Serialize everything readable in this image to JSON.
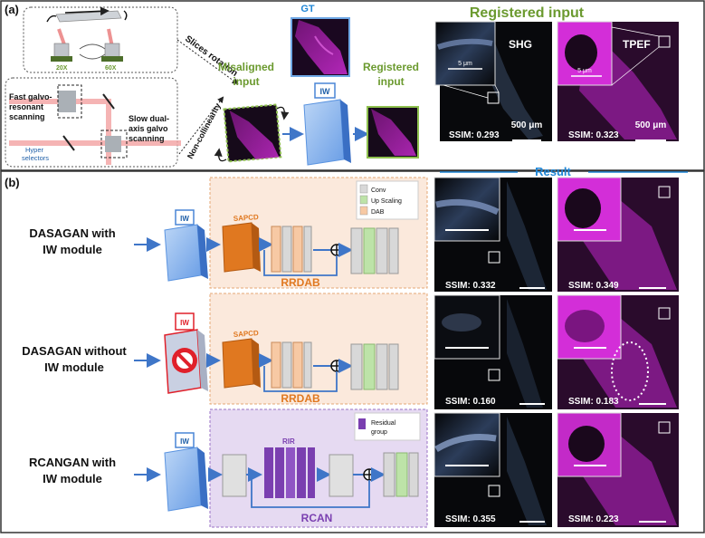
{
  "panel_a": {
    "label": "(a)",
    "objective_left": "20X",
    "objective_right": "60X",
    "slices_rotation": "Slices rotation",
    "non_collinearity": "Non-collinearity",
    "fast_galvo": [
      "Fast galvo-",
      "resonant",
      "scanning"
    ],
    "slow_galvo": [
      "Slow dual-",
      "axis galvo",
      "scanning"
    ],
    "hyper_selectors": [
      "Hyper",
      "selectors"
    ],
    "gt": "GT",
    "misaligned_input": [
      "Misaligned",
      "input"
    ],
    "iw": "IW",
    "registered_input_small": [
      "Registered",
      "input"
    ],
    "registered_input_title": "Registered input",
    "shg": "SHG",
    "tpef": "TPEF",
    "scale_5um": "5 μm",
    "scale_500um": "500 μm",
    "ssim_shg": "SSIM: 0.293",
    "ssim_tpef": "SSIM: 0.323"
  },
  "panel_b": {
    "label": "(b)",
    "result": "Result",
    "legend": {
      "conv": "Conv",
      "upscaling": "Up Scaling",
      "dab": "DAB",
      "residual_group": [
        "Residual",
        "group"
      ]
    },
    "rows": [
      {
        "title": [
          "DASAGAN with",
          "IW module"
        ],
        "sapcd": "SAPCD",
        "block": "RRDAB",
        "iw": "IW",
        "ssim_shg": "SSIM: 0.332",
        "ssim_tpef": "SSIM: 0.349"
      },
      {
        "title": [
          "DASAGAN without",
          "IW module"
        ],
        "sapcd": "SAPCD",
        "block": "RRDAB",
        "iw": "IW",
        "ssim_shg": "SSIM: 0.160",
        "ssim_tpef": "SSIM: 0.183"
      },
      {
        "title": [
          "RCANGAN with",
          "IW module"
        ],
        "rir": "RIR",
        "block": "RCAN",
        "iw": "IW",
        "ssim_shg": "SSIM: 0.355",
        "ssim_tpef": "SSIM: 0.223"
      }
    ]
  },
  "colors": {
    "green_title": "#6b9a2f",
    "blue_title": "#1f86d6",
    "orange": "#e07820",
    "purple": "#7a3fb0",
    "magenta": "#d030d8",
    "red": "#e0202a"
  }
}
